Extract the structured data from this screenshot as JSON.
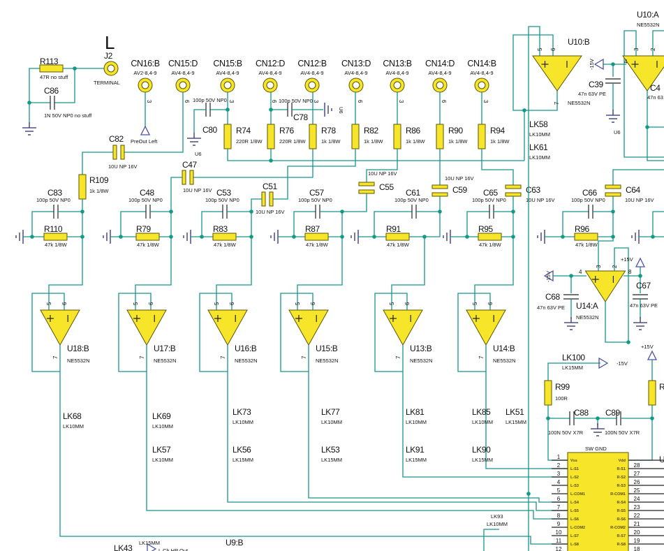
{
  "sheet": {
    "channel": "L"
  },
  "jack": {
    "ref": "J2",
    "value": "TERMINAL"
  },
  "connectors": [
    {
      "ref": "CN16:B",
      "value": "AV2-8,4-9",
      "pin": "3"
    },
    {
      "ref": "CN15:D",
      "value": "AV4-8,4-9",
      "pin": "6"
    },
    {
      "ref": "CN15:B",
      "value": "AV4-8,4-9",
      "pin": "3"
    },
    {
      "ref": "CN12:D",
      "value": "AV4-8,4-9",
      "pin": "6"
    },
    {
      "ref": "CN12:B",
      "value": "AV4-8,4-9",
      "pin": "3"
    },
    {
      "ref": "CN13:D",
      "value": "AV4-8,4-9",
      "pin": "6"
    },
    {
      "ref": "CN13:B",
      "value": "AV4-8,4-9",
      "pin": "3"
    },
    {
      "ref": "CN14:D",
      "value": "AV4-8,4-9",
      "pin": "6"
    },
    {
      "ref": "CN14:B",
      "value": "AV4-8,4-9",
      "pin": "3"
    }
  ],
  "resistors": [
    {
      "ref": "R113",
      "value": "47R no stuff"
    },
    {
      "ref": "R74",
      "value": "220R 1/8W"
    },
    {
      "ref": "R76",
      "value": "220R 1/8W"
    },
    {
      "ref": "R78",
      "value": "1k 1/8W"
    },
    {
      "ref": "R82",
      "value": "1k 1/8W"
    },
    {
      "ref": "R86",
      "value": "1k 1/8W"
    },
    {
      "ref": "R90",
      "value": "1k 1/8W"
    },
    {
      "ref": "R94",
      "value": "1k 1/8W"
    },
    {
      "ref": "R109",
      "value": "1k 1/8W"
    },
    {
      "ref": "R99",
      "value": "100R"
    },
    {
      "ref": "R"
    }
  ],
  "capacitors": [
    {
      "ref": "C86",
      "value": "1N 50V NP0 no stuff"
    },
    {
      "ref": "C80",
      "value": "100p 50V NP0"
    },
    {
      "ref": "C78",
      "value": "100p 50V NP0"
    },
    {
      "ref": "C82",
      "value": "10U NP 16V"
    },
    {
      "ref": "C47",
      "value": "10U NP 16V"
    },
    {
      "ref": "C51",
      "value": "10U NP 16V"
    },
    {
      "ref": "C55",
      "value": "10U NP 16V"
    },
    {
      "ref": "C59",
      "value": "10U NP 16V"
    },
    {
      "ref": "C63",
      "value": "10U NP 16V"
    },
    {
      "ref": "C64",
      "value": "10U NP 16V"
    },
    {
      "ref": "C39",
      "value": "47n 63V PE"
    },
    {
      "ref": "C68",
      "value": "47n 63V PE"
    },
    {
      "ref": "C67",
      "value": "47n 63V PE"
    },
    {
      "ref": "C88",
      "value": "100N 50V X7R"
    },
    {
      "ref": "C89",
      "value": "100N 50V X7R"
    },
    {
      "ref": "C4",
      "value": "47n 63"
    }
  ],
  "stages": [
    {
      "cap": {
        "ref": "C83",
        "value": "100p 50V NP0"
      },
      "res": {
        "ref": "R110",
        "value": "47k 1/8W"
      }
    },
    {
      "cap": {
        "ref": "C48",
        "value": "100p 50V NP0"
      },
      "res": {
        "ref": "R79",
        "value": "47k 1/8W"
      }
    },
    {
      "cap": {
        "ref": "C53",
        "value": "100p 50V NP0"
      },
      "res": {
        "ref": "R83",
        "value": "47k 1/8W"
      }
    },
    {
      "cap": {
        "ref": "C57",
        "value": "100p 50V NP0"
      },
      "res": {
        "ref": "R87",
        "value": "47k 1/8W"
      }
    },
    {
      "cap": {
        "ref": "C61",
        "value": "100p 50V NP0"
      },
      "res": {
        "ref": "R91",
        "value": "47k 1/8W"
      }
    },
    {
      "cap": {
        "ref": "C65",
        "value": "100p 50V NP0"
      },
      "res": {
        "ref": "R95",
        "value": "47k 1/8W"
      }
    },
    {
      "cap": {
        "ref": "C66",
        "value": "100p 50V NP0"
      },
      "res": {
        "ref": "R96",
        "value": "47k 1/8W"
      }
    }
  ],
  "opamps": [
    {
      "ref": "U18:B",
      "part": "NE5532N",
      "pins": [
        "5",
        "6",
        "7"
      ]
    },
    {
      "ref": "U17:B",
      "part": "NE5532N",
      "pins": [
        "5",
        "6",
        "7"
      ]
    },
    {
      "ref": "U16:B",
      "part": "NE5532N",
      "pins": [
        "5",
        "6",
        "7"
      ]
    },
    {
      "ref": "U15:B",
      "part": "NE5532N",
      "pins": [
        "5",
        "6",
        "7"
      ]
    },
    {
      "ref": "U13:B",
      "part": "NE5532N",
      "pins": [
        "5",
        "6",
        "7"
      ]
    },
    {
      "ref": "U14:B",
      "part": "NE5532N",
      "pins": [
        "5",
        "6",
        "7"
      ]
    },
    {
      "ref": "U10:B",
      "part": "NE5532N",
      "pins": [
        "5",
        "6",
        "7"
      ]
    },
    {
      "ref": "U10:A",
      "part": "NE5532N",
      "pins": [
        "3",
        "2",
        "4"
      ]
    },
    {
      "ref": "U14:A",
      "part": "NE5532N",
      "pins": [
        "3",
        "2",
        "4",
        "8"
      ]
    }
  ],
  "links": [
    {
      "ref": "LK68",
      "value": "LK10MM"
    },
    {
      "ref": "LK69",
      "value": "LK10MM"
    },
    {
      "ref": "LK57",
      "value": "LK10MM"
    },
    {
      "ref": "LK73",
      "value": "LK10MM"
    },
    {
      "ref": "LK56",
      "value": "LK15MM"
    },
    {
      "ref": "LK77",
      "value": "LK10MM"
    },
    {
      "ref": "LK53",
      "value": "LK15MM"
    },
    {
      "ref": "LK81",
      "value": "LK10MM"
    },
    {
      "ref": "LK91",
      "value": "LK15MM"
    },
    {
      "ref": "LK85",
      "value": "LK10MM"
    },
    {
      "ref": "LK90",
      "value": "LK15MM"
    },
    {
      "ref": "LK51",
      "value": "LK15MM"
    },
    {
      "ref": "LK58",
      "value": "LK10MM"
    },
    {
      "ref": "LK61",
      "value": "LK10MM"
    },
    {
      "ref": "LK100",
      "value": "LK15MM"
    },
    {
      "ref": "LK93",
      "value": "LK10MM"
    },
    {
      "ref": "LK43",
      "value": "LK15MM"
    }
  ],
  "power": {
    "neg": "-15V",
    "pos": "+15V"
  },
  "nets": {
    "preout": "PreOut Left",
    "u6": "U6",
    "hp_out": "L Ch HP Out",
    "u9": "U9:B"
  },
  "switch": {
    "title": "SW GND",
    "ref": "U",
    "left": [
      {
        "pin": "1",
        "label": "Vss"
      },
      {
        "pin": "2",
        "label": "L-S1"
      },
      {
        "pin": "3",
        "label": "L-S2"
      },
      {
        "pin": "4",
        "label": "L-S3"
      },
      {
        "pin": "5",
        "label": "L-COM1"
      },
      {
        "pin": "6",
        "label": "L-S4"
      },
      {
        "pin": "7",
        "label": "L-S5"
      },
      {
        "pin": "8",
        "label": "L-S6"
      },
      {
        "pin": "9",
        "label": "L-COM2"
      },
      {
        "pin": "10",
        "label": "L-S7"
      },
      {
        "pin": "11",
        "label": "L-S8"
      },
      {
        "pin": "12"
      }
    ],
    "right": [
      {
        "pin": "28",
        "label": "Vdd"
      },
      {
        "pin": "27",
        "label": "R-S1"
      },
      {
        "pin": "26",
        "label": "R-S2"
      },
      {
        "pin": "25",
        "label": "R-S3"
      },
      {
        "pin": "24",
        "label": "R-COM1"
      },
      {
        "pin": "23",
        "label": "R-S4"
      },
      {
        "pin": "22",
        "label": "R-S5"
      },
      {
        "pin": "21",
        "label": "R-S6"
      },
      {
        "pin": "20",
        "label": "R-COM2"
      },
      {
        "pin": "19",
        "label": "R-S7"
      },
      {
        "pin": "18",
        "label": "R-S8"
      }
    ]
  },
  "colors": {
    "wire": "#17948c",
    "junction": "#129a82",
    "component": "#f7e52a",
    "power": "#4a50a8"
  }
}
